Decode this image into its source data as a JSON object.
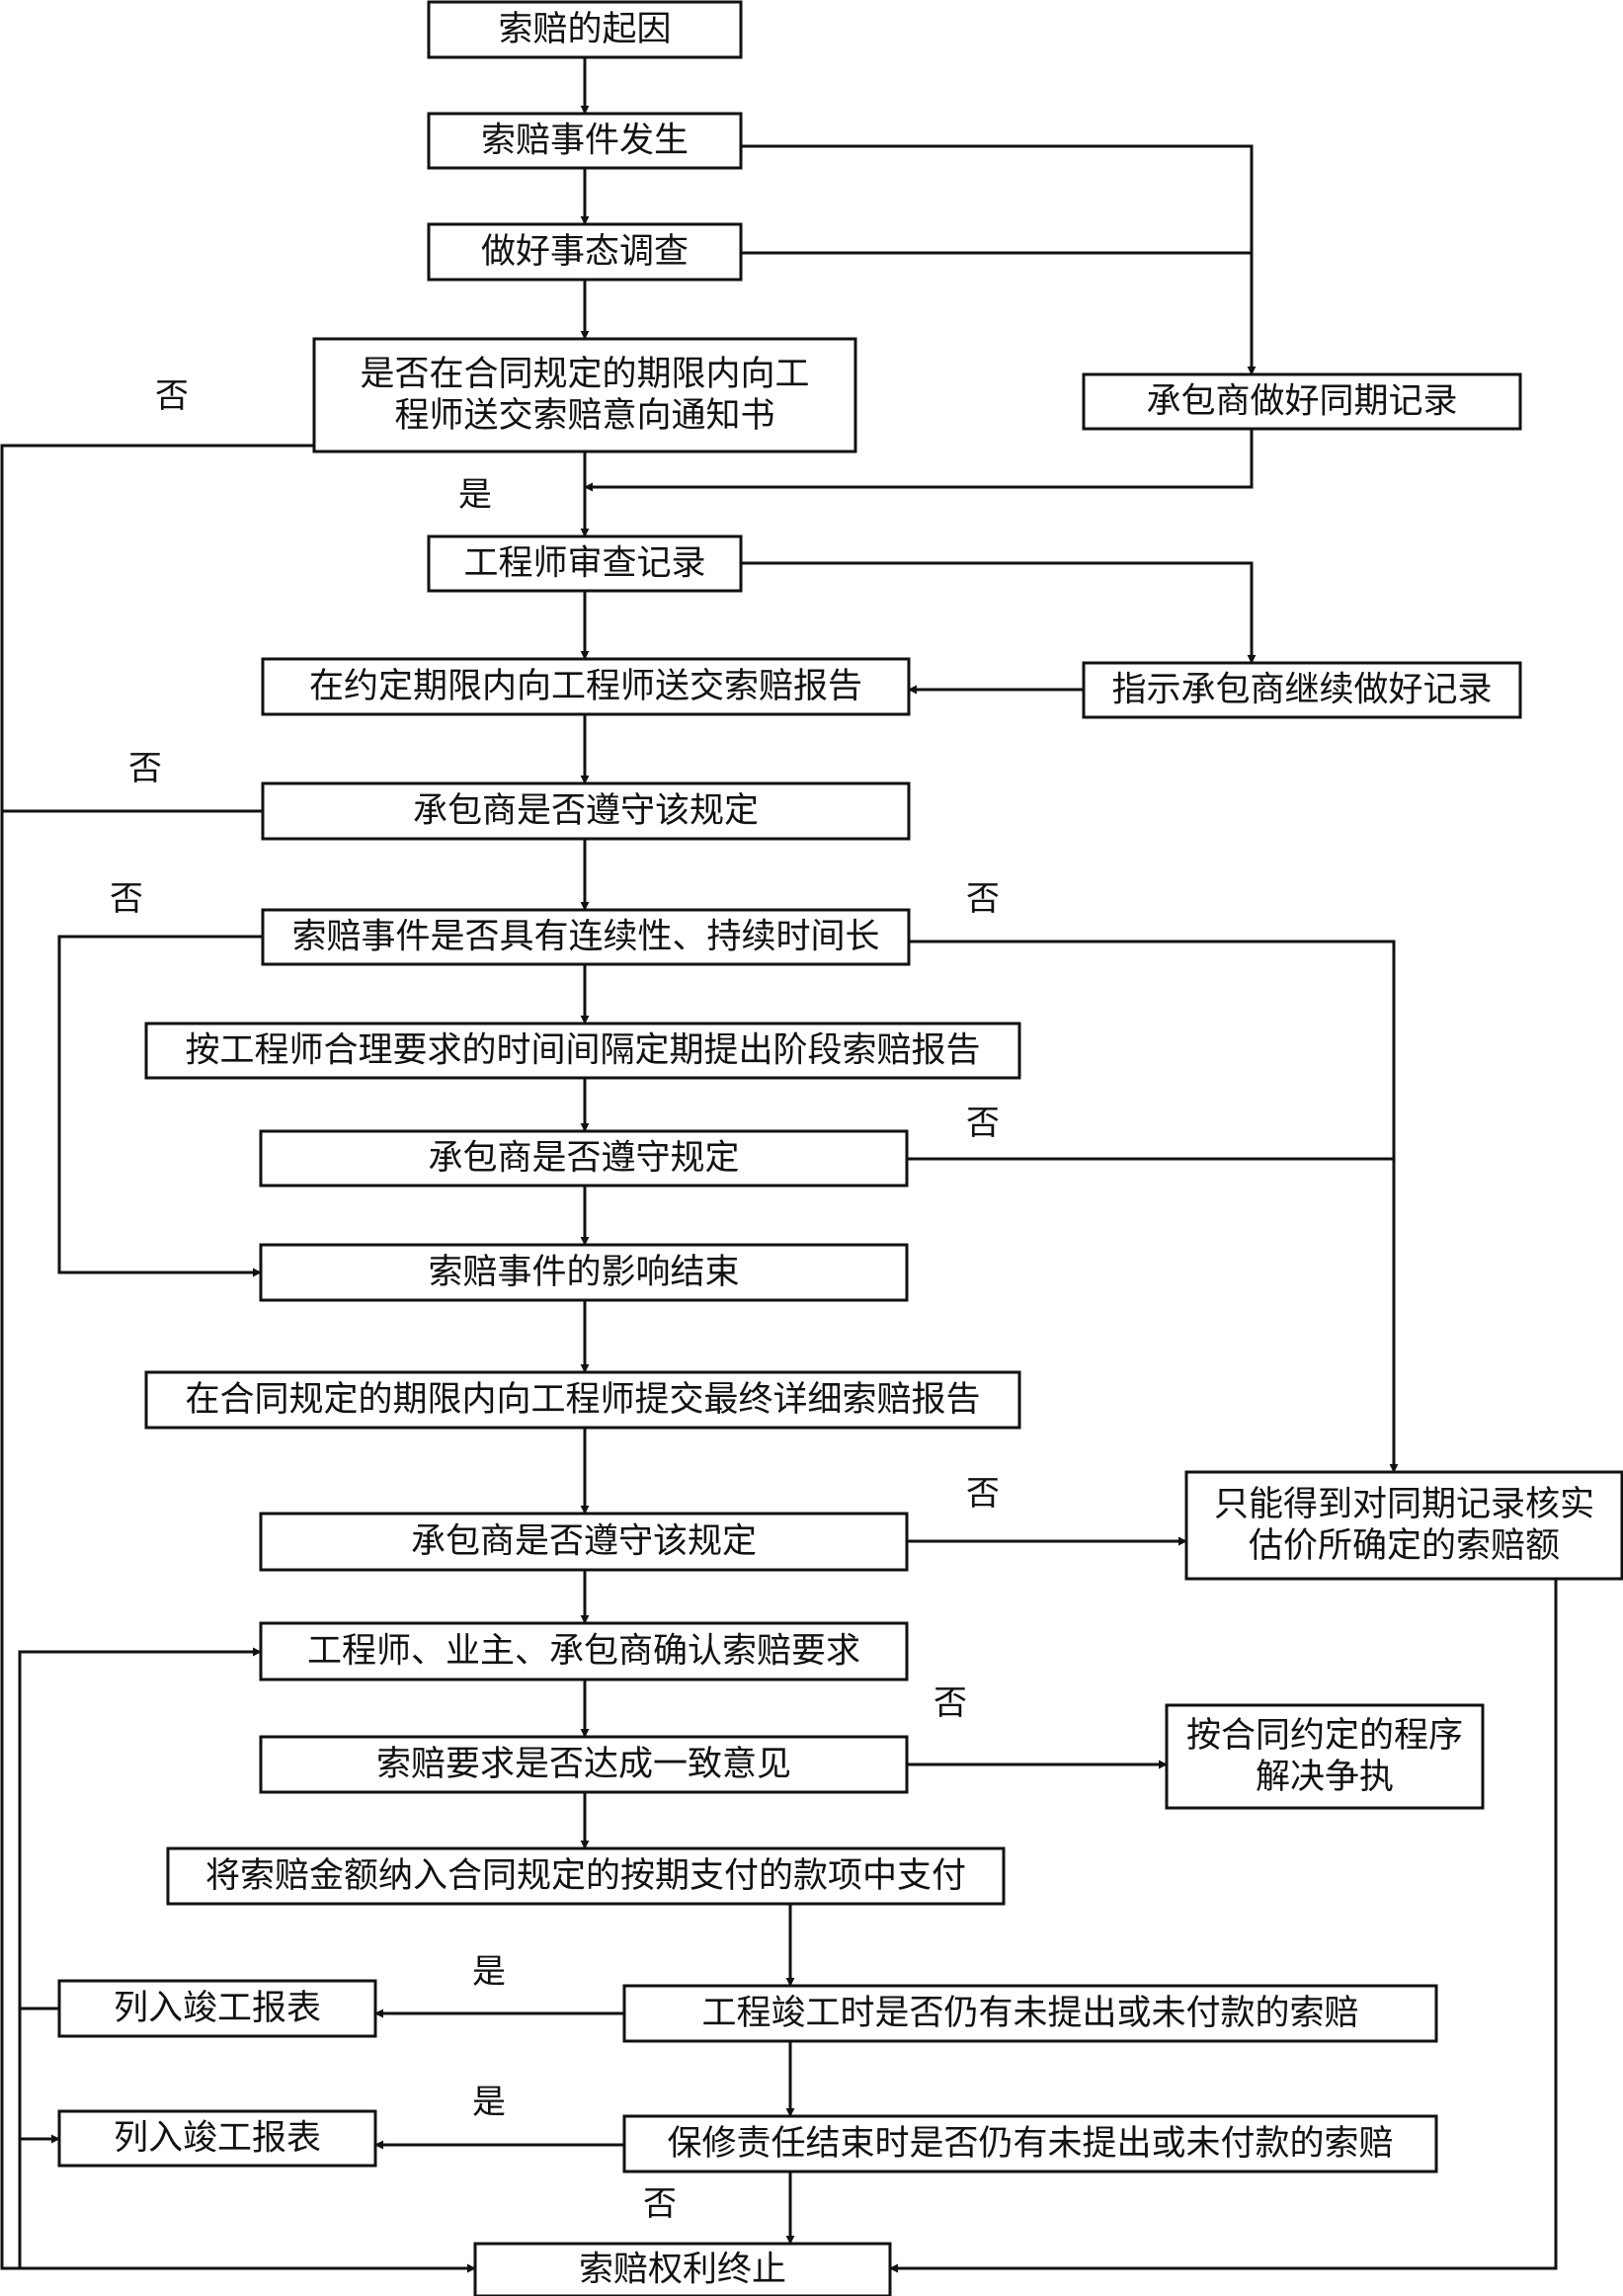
{
  "nodes": {
    "n01": {
      "lines": [
        "索赔的起因"
      ]
    },
    "n02": {
      "lines": [
        "索赔事件发生"
      ]
    },
    "n03": {
      "lines": [
        "做好事态调查"
      ]
    },
    "n04": {
      "lines": [
        "是否在合同规定的期限内向工",
        "程师送交索赔意向通知书"
      ]
    },
    "n05": {
      "lines": [
        "承包商做好同期记录"
      ]
    },
    "n06": {
      "lines": [
        "工程师审查记录"
      ]
    },
    "n07": {
      "lines": [
        "在约定期限内向工程师送交索赔报告"
      ]
    },
    "n08": {
      "lines": [
        "指示承包商继续做好记录"
      ]
    },
    "n09": {
      "lines": [
        "承包商是否遵守该规定"
      ]
    },
    "n10": {
      "lines": [
        "索赔事件是否具有连续性、持续时间长"
      ]
    },
    "n11": {
      "lines": [
        "按工程师合理要求的时间间隔定期提出阶段索赔报告"
      ]
    },
    "n12": {
      "lines": [
        "承包商是否遵守规定"
      ]
    },
    "n13": {
      "lines": [
        "索赔事件的影响结束"
      ]
    },
    "n14": {
      "lines": [
        "在合同规定的期限内向工程师提交最终详细索赔报告"
      ]
    },
    "n15": {
      "lines": [
        "承包商是否遵守该规定"
      ]
    },
    "n16": {
      "lines": [
        "只能得到对同期记录核实",
        "估价所确定的索赔额"
      ]
    },
    "n17": {
      "lines": [
        "工程师、业主、承包商确认索赔要求"
      ]
    },
    "n18": {
      "lines": [
        "索赔要求是否达成一致意见"
      ]
    },
    "n19": {
      "lines": [
        "按合同约定的程序",
        "解决争执"
      ]
    },
    "n20": {
      "lines": [
        "将索赔金额纳入合同规定的按期支付的款项中支付"
      ]
    },
    "n21": {
      "lines": [
        "工程竣工时是否仍有未提出或未付款的索赔"
      ]
    },
    "n22": {
      "lines": [
        "列入竣工报表"
      ]
    },
    "n23": {
      "lines": [
        "保修责任结束时是否仍有未提出或未付款的索赔"
      ]
    },
    "n24": {
      "lines": [
        "列入竣工报表"
      ]
    },
    "n25": {
      "lines": [
        "索赔权利终止"
      ]
    }
  },
  "labels": {
    "yes": "是",
    "no": "否"
  }
}
